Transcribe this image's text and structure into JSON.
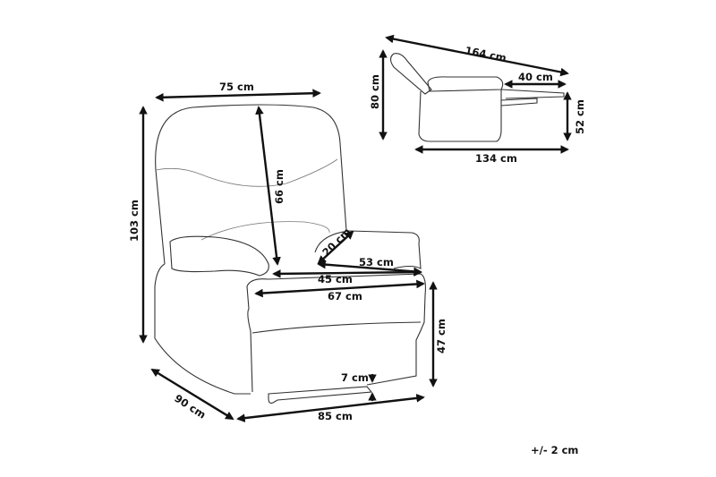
{
  "front_view": {
    "width": "75 cm",
    "height": "103 cm",
    "backrest_height": "66 cm",
    "armrest_height": "20 cm",
    "seat_depth": "53 cm",
    "seat_width_inner": "45 cm",
    "seat_width": "67 cm",
    "seat_height": "47 cm",
    "ground_clearance": "7 cm",
    "depth": "90 cm",
    "base_width": "85 cm"
  },
  "side_view": {
    "reclined_length": "164 cm",
    "footrest_length": "40 cm",
    "reclined_height": "80 cm",
    "footrest_height": "52 cm",
    "base_length": "134 cm"
  },
  "tolerance": "+/- 2 cm"
}
